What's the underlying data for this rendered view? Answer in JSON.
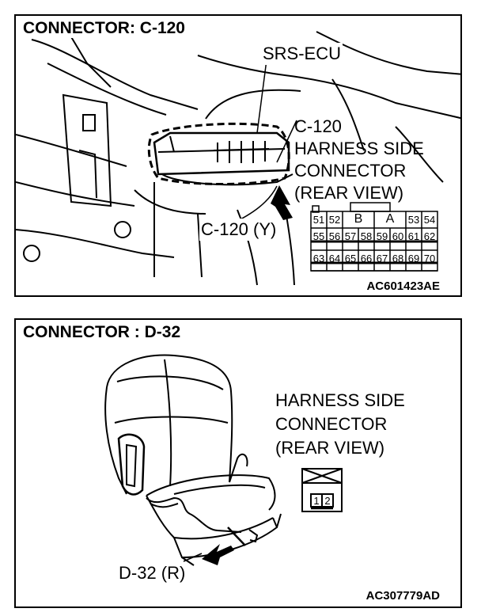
{
  "panel1": {
    "title": "CONNECTOR: C-120",
    "ecu_label": "SRS-ECU",
    "connector_label_lines": [
      "C-120",
      "HARNESS SIDE",
      "CONNECTOR",
      "(REAR VIEW)"
    ],
    "connector_callout": "C-120 (Y)",
    "pins_row1": [
      "51",
      "52",
      "B",
      "A",
      "53",
      "54"
    ],
    "pins_row2": [
      "55",
      "56",
      "57",
      "58",
      "59",
      "60",
      "61",
      "62"
    ],
    "pins_row3": [
      "63",
      "64",
      "65",
      "66",
      "67",
      "68",
      "69",
      "70"
    ],
    "figure_code": "AC601423AE"
  },
  "panel2": {
    "title": "CONNECTOR : D-32",
    "connector_label_lines": [
      "HARNESS SIDE",
      "CONNECTOR",
      "(REAR VIEW)"
    ],
    "pins": [
      "1",
      "2"
    ],
    "connector_callout": "D-32 (R)",
    "figure_code": "AC307779AD"
  }
}
